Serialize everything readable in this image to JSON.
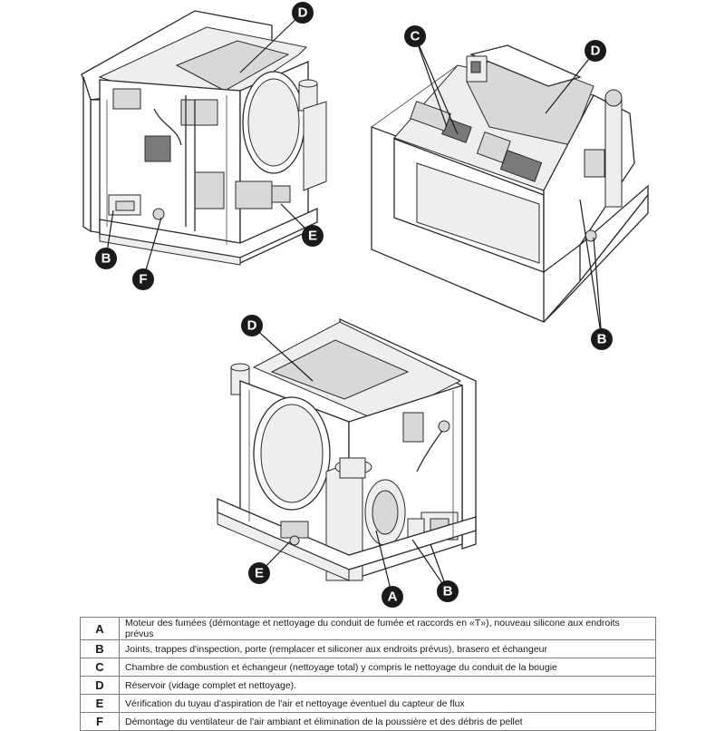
{
  "callouts": {
    "a": "A",
    "b": "B",
    "c": "C",
    "d": "D",
    "e": "E",
    "f": "F"
  },
  "legend": {
    "rows": [
      {
        "key": "A",
        "text": "Moteur des fumées (démontage et nettoyage du conduit de fumée et raccords en «T»), nouveau silicone aux endroits prévus"
      },
      {
        "key": "B",
        "text": "Joints, trappes d'inspection, porte (remplacer et siliconer aux endroits prévus), brasero et échangeur"
      },
      {
        "key": "C",
        "text": "Chambre de combustion et échangeur (nettoyage total) y compris le nettoyage du conduit de la bougie"
      },
      {
        "key": "D",
        "text": "Réservoir (vidage complet et nettoyage)."
      },
      {
        "key": "E",
        "text": "Vérification du tuyau d'aspiration de l'air et nettoyage éventuel du capteur de flux"
      },
      {
        "key": "F",
        "text": "Démontage du ventilateur de l'air ambiant et élimination de la poussière et des débris de pellet"
      }
    ]
  }
}
